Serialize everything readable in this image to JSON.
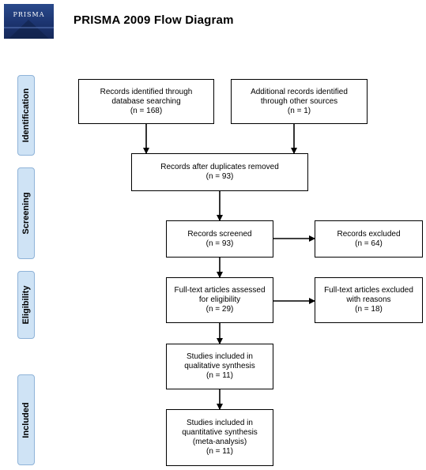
{
  "logo": {
    "text": "PRISMA"
  },
  "title": "PRISMA 2009 Flow Diagram",
  "stages": {
    "identification": "Identification",
    "screening": "Screening",
    "eligibility": "Eligibility",
    "included": "Included"
  },
  "boxes": {
    "db_search": {
      "lines": [
        "Records identified through",
        "database searching",
        "(n = 168)"
      ]
    },
    "other_sources": {
      "lines": [
        "Additional records identified",
        "through other sources",
        "(n = 1)"
      ]
    },
    "duplicates_removed": {
      "lines": [
        "Records after duplicates removed",
        "(n = 93)"
      ]
    },
    "screened": {
      "lines": [
        "Records screened",
        "(n = 93)"
      ]
    },
    "excluded": {
      "lines": [
        "Records excluded",
        "(n = 64)"
      ]
    },
    "fulltext_assessed": {
      "lines": [
        "Full-text articles assessed",
        "for eligibility",
        "(n = 29)"
      ]
    },
    "fulltext_excluded": {
      "lines": [
        "Full-text articles excluded",
        "with reasons",
        "(n = 18)"
      ]
    },
    "qualitative": {
      "lines": [
        "Studies included in",
        "qualitative synthesis",
        "(n = 11)"
      ]
    },
    "quantitative": {
      "lines": [
        "Studies included in",
        "quantitative synthesis",
        "(meta-analysis)",
        "(n = 11)"
      ]
    }
  }
}
